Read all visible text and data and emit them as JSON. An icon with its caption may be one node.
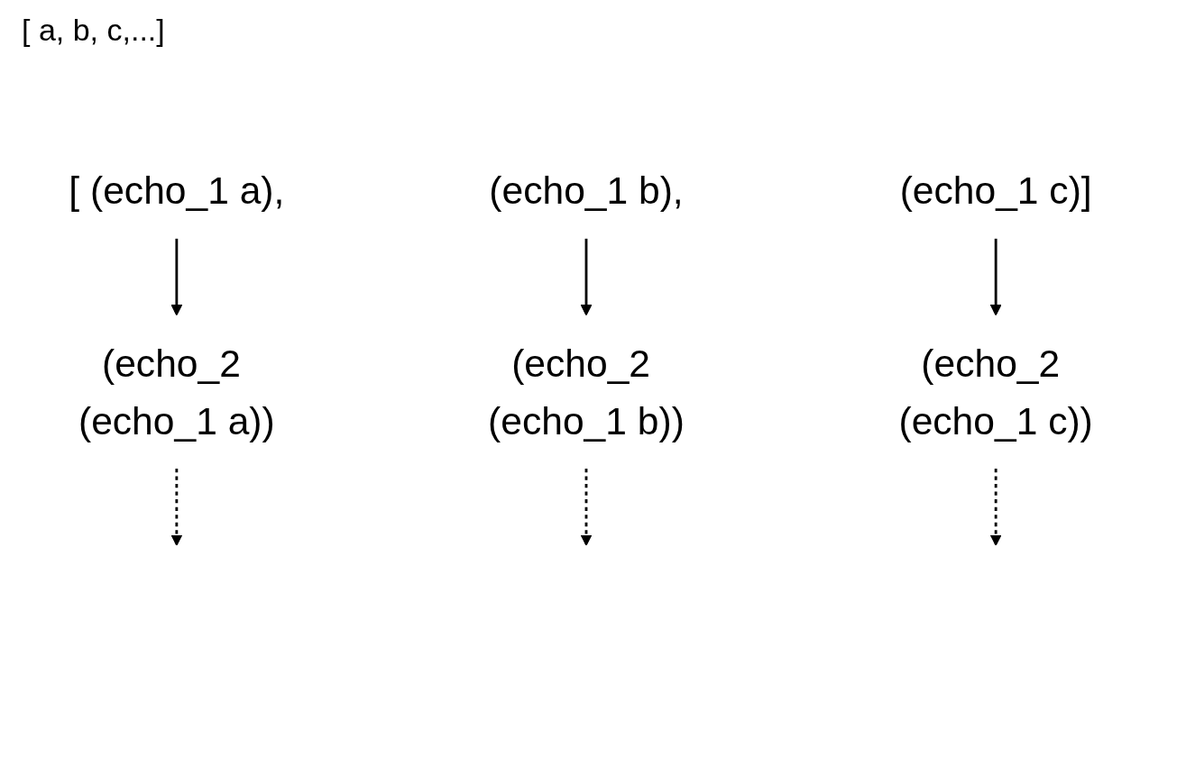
{
  "diagram": {
    "nodes": [
      {
        "text": [
          "[ (echo_1 a),"
        ]
      },
      {
        "text": [
          "(echo_1 b),"
        ]
      },
      {
        "text": [
          "(echo_1 c)]"
        ]
      },
      {
        "text": [
          "(echo_2 (echo_1 a))"
        ]
      },
      {
        "text": [
          "(echo_2 (echo_1 b))"
        ]
      },
      {
        "text": [
          "(echo_2 (echo_1 c))"
        ]
      }
    ],
    "edges": [
      {
        "from": 0,
        "to": 3,
        "arrow": "to"
      },
      {
        "from": 1,
        "to": 4,
        "arrow": "to"
      },
      {
        "from": 2,
        "to": 5,
        "arrow": "to"
      },
      {
        "from": 3,
        "to": null,
        "arrow": "to",
        "style": "dashed"
      },
      {
        "from": 4,
        "to": null,
        "arrow": "to",
        "style": "dashed"
      },
      {
        "from": 5,
        "to": null,
        "arrow": "to",
        "style": "dashed"
      }
    ],
    "labels": [
      "[ a, b, c,...]"
    ]
  }
}
